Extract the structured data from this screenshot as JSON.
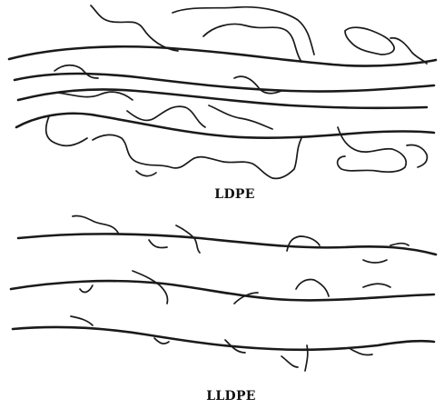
{
  "diagram": {
    "panels": [
      {
        "id": "top",
        "label": "LDPE"
      },
      {
        "id": "bottom",
        "label": "LLDPE"
      }
    ]
  }
}
